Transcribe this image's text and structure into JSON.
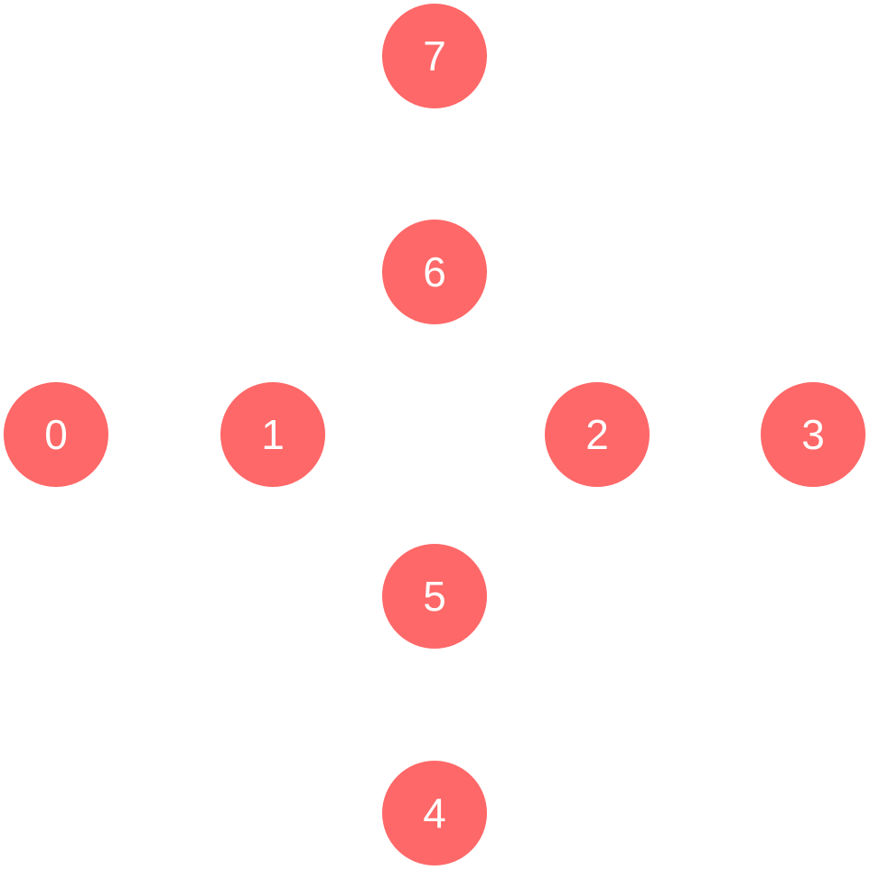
{
  "colors": {
    "node_fill": "#ff6868",
    "label": "#ffffff"
  },
  "nodes": [
    {
      "label": "0"
    },
    {
      "label": "1"
    },
    {
      "label": "2"
    },
    {
      "label": "3"
    },
    {
      "label": "4"
    },
    {
      "label": "5"
    },
    {
      "label": "6"
    },
    {
      "label": "7"
    }
  ]
}
